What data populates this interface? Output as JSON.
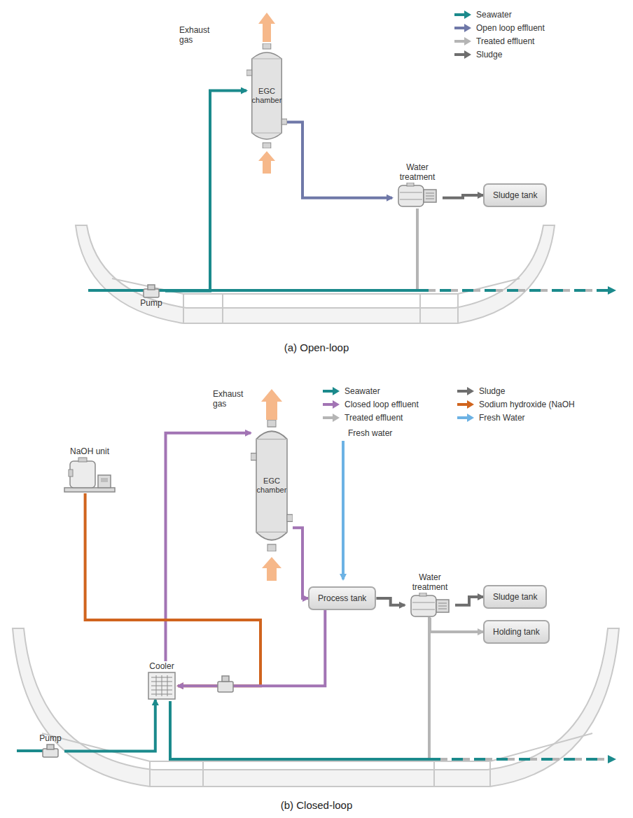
{
  "diagram": {
    "nodes": [
      {
        "text": [
          "EGC chamber"
        ]
      },
      {
        "text": [
          "Water treatment"
        ]
      },
      {
        "text": [
          "Sludge tank"
        ]
      },
      {
        "text": [
          "Pump"
        ]
      },
      {
        "text": [
          "NaOH unit"
        ]
      },
      {
        "text": [
          "EGC chamber"
        ]
      },
      {
        "text": [
          "Process tank"
        ]
      },
      {
        "text": [
          "Water treatment"
        ]
      },
      {
        "text": [
          "Sludge tank"
        ]
      },
      {
        "text": [
          "Holding tank"
        ]
      },
      {
        "text": [
          "Cooler"
        ]
      },
      {
        "text": [
          "Pump"
        ]
      }
    ],
    "edges": [
      {
        "from": 3,
        "to": 0,
        "arrow": "to"
      },
      {
        "from": 0,
        "to": 1,
        "arrow": "to"
      },
      {
        "from": 1,
        "to": 2,
        "arrow": "to"
      },
      {
        "from": 11,
        "to": 10,
        "arrow": "to"
      },
      {
        "from": 10,
        "to": 5,
        "arrow": "to"
      },
      {
        "from": 5,
        "to": 6,
        "arrow": "to"
      },
      {
        "from": 4,
        "to": 10,
        "arrow": "to"
      },
      {
        "from": 6,
        "to": 10,
        "arrow": "to"
      },
      {
        "from": 6,
        "to": 7,
        "arrow": "to"
      },
      {
        "from": 7,
        "to": 8,
        "arrow": "to"
      },
      {
        "from": 7,
        "to": 9,
        "arrow": "to"
      }
    ],
    "labels": [
      "Exhaust gas",
      "(a) Open-loop",
      "Exhaust gas",
      "Fresh water",
      "(b) Closed-loop"
    ],
    "legend": [
      {
        "text": "Seawater",
        "color": "#1b8a8c"
      },
      {
        "text": "Open loop effluent",
        "color": "#6f78a8"
      },
      {
        "text": "Treated effluent",
        "color": "#b5b5b5"
      },
      {
        "text": "Sludge",
        "color": "#6e6e6e"
      },
      {
        "text": "Seawater",
        "color": "#1b8a8c"
      },
      {
        "text": "Closed loop effluent",
        "color": "#a274b4"
      },
      {
        "text": "Treated effluent",
        "color": "#b5b5b5"
      },
      {
        "text": "Sludge",
        "color": "#6e6e6e"
      },
      {
        "text": "Sodium hydroxide (NaOH",
        "color": "#d0641e"
      },
      {
        "text": "Fresh Water",
        "color": "#6cb2e4"
      }
    ]
  }
}
